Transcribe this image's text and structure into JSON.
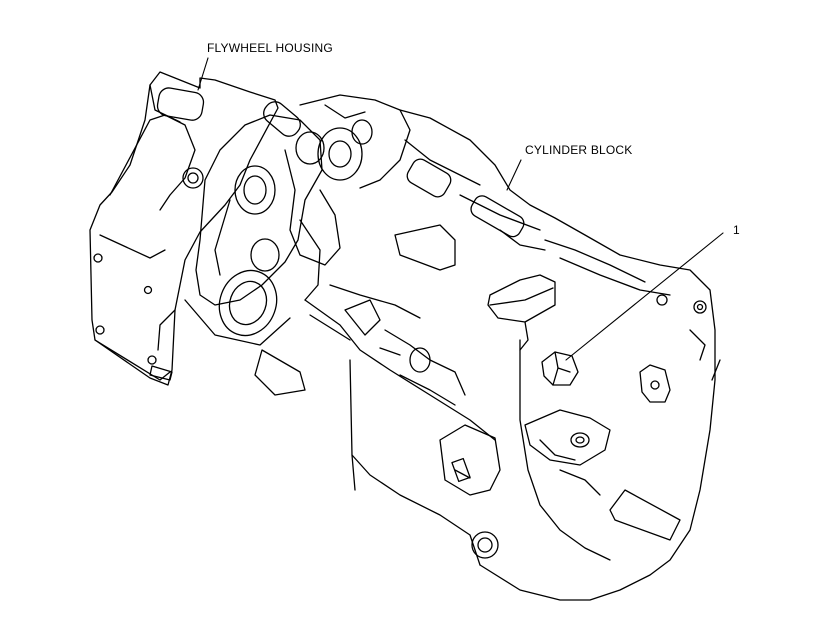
{
  "labels": {
    "flywheel_housing": "FLYWHEEL HOUSING",
    "cylinder_block": "CYLINDER BLOCK",
    "part_1": "1"
  },
  "colors": {
    "line": "#000000",
    "background": "#ffffff"
  }
}
